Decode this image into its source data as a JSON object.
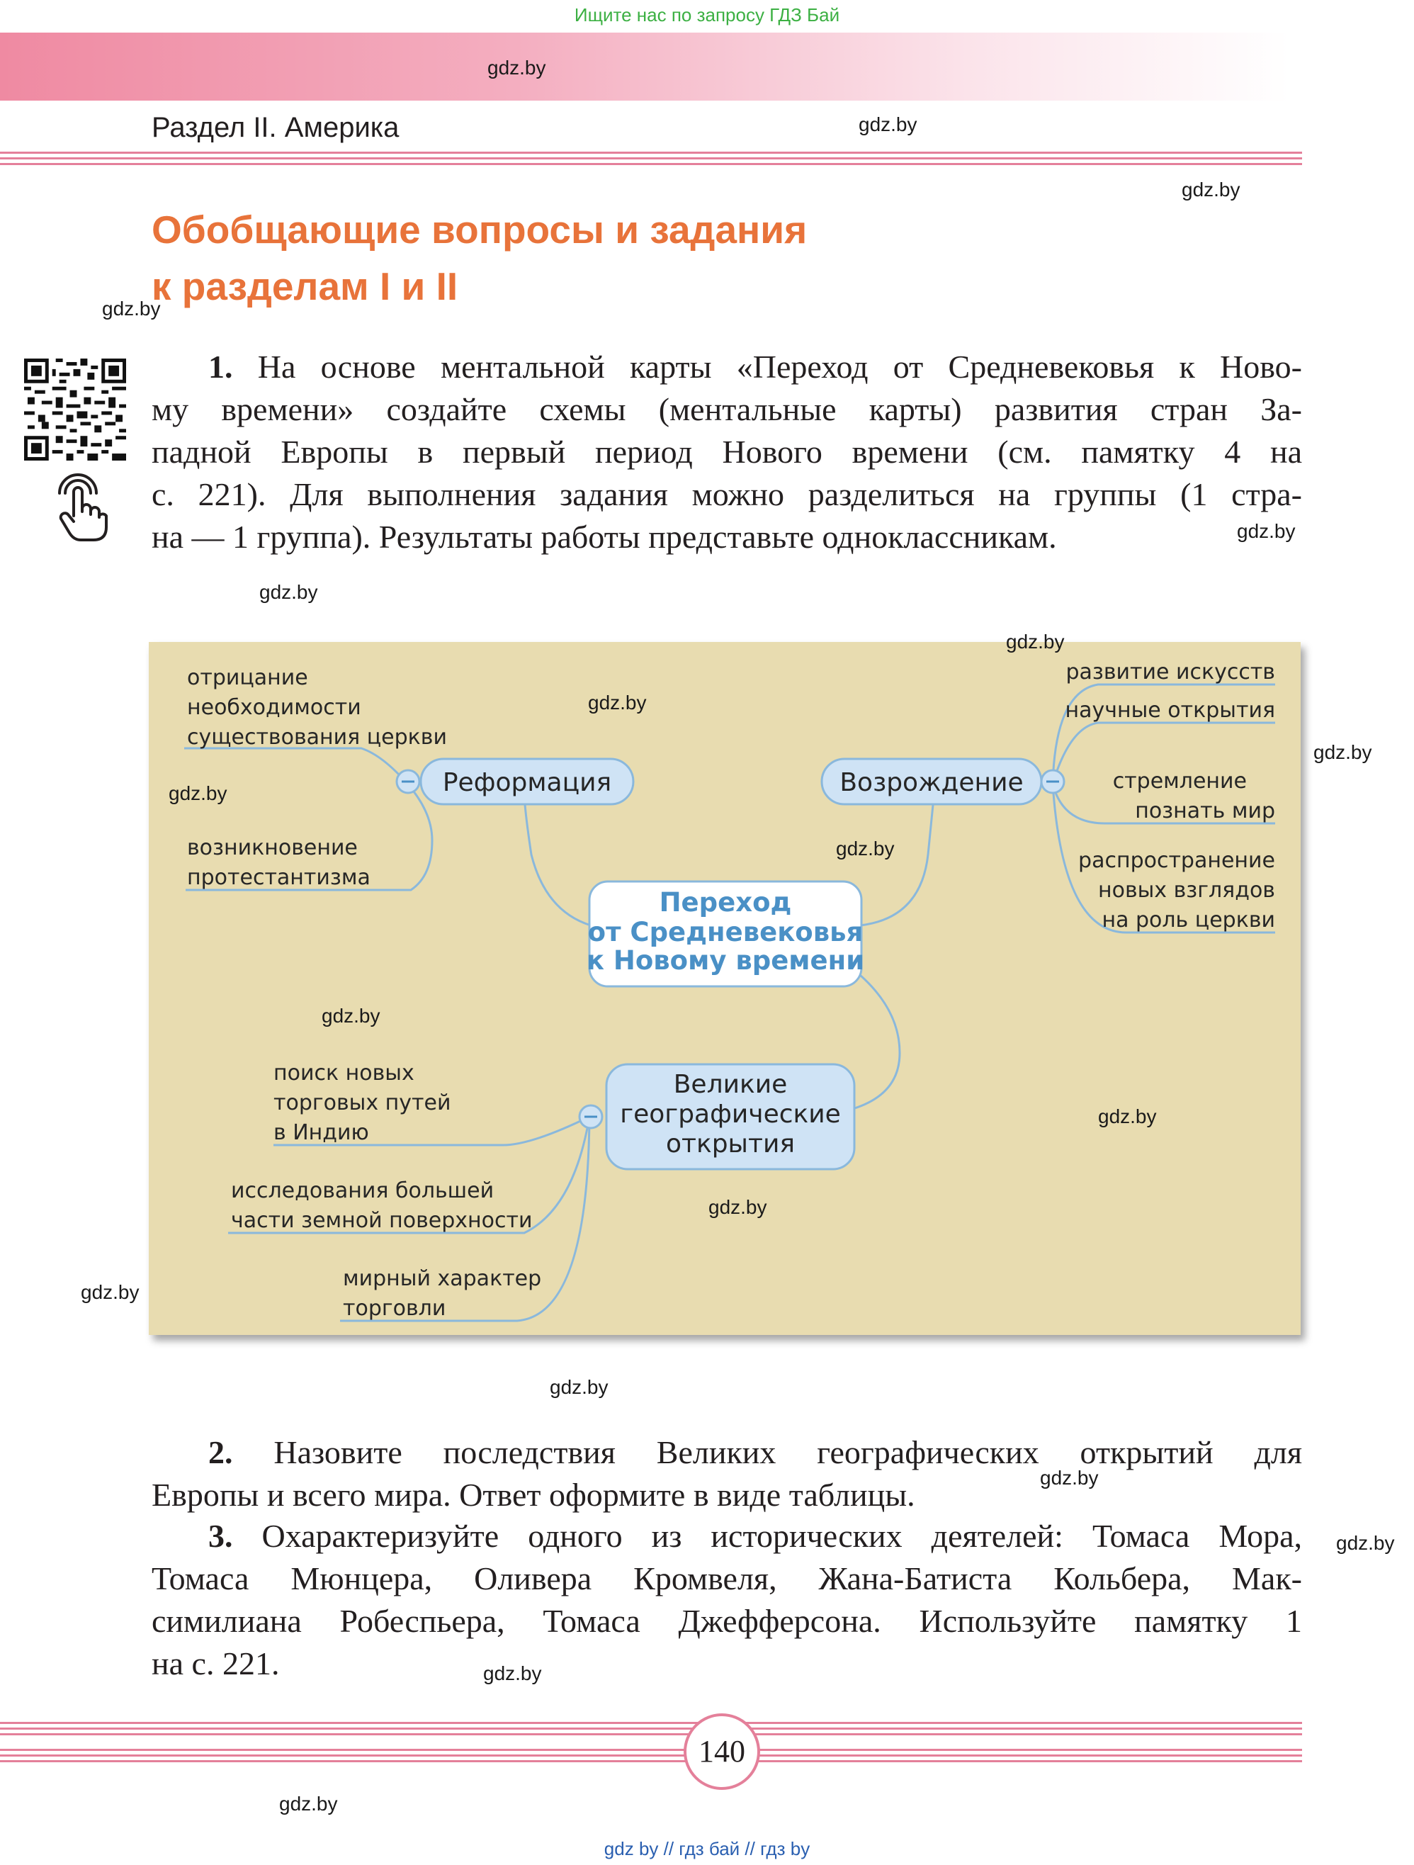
{
  "top_note": "Ищите нас по запросу ГДЗ Бай",
  "section_label": "Раздел II. Америка",
  "title_line1": "Обобщающие вопросы и задания",
  "title_line2": "к разделам I и II",
  "task1": {
    "num": "1.",
    "lines": [
      "На основе ментальной карты «Переход от Средневековья к Ново-",
      "му времени» создайте схемы (ментальные карты) развития стран За-",
      "падной Европы в первый период Нового времени (см. памятку 4 на",
      "с. 221). Для выполнения задания можно разделиться на группы (1 стра-",
      "на — 1 группа). Результаты работы представьте одноклассникам."
    ]
  },
  "mindmap": {
    "center": [
      "Переход",
      "от Средневековья",
      "к Новому времени"
    ],
    "reformation": {
      "label": "Реформация",
      "leaves": [
        [
          "отрицание",
          "необходимости",
          "существования церкви"
        ],
        [
          "возникновение",
          "протестантизма"
        ]
      ]
    },
    "renaissance": {
      "label": "Возрождение",
      "leaves": [
        [
          "развитие искусств"
        ],
        [
          "научные открытия"
        ],
        [
          "стремление",
          "познать мир"
        ],
        [
          "распространение",
          "новых взглядов",
          "на роль церкви"
        ]
      ]
    },
    "discoveries": {
      "label": [
        "Великие",
        "географические",
        "открытия"
      ],
      "leaves": [
        [
          "поиск новых",
          "торговых путей",
          "в Индию"
        ],
        [
          "исследования большей",
          "части земной поверхности"
        ],
        [
          "мирный характер",
          "торговли"
        ]
      ]
    }
  },
  "task2": {
    "num": "2.",
    "lines": [
      "Назовите последствия Великих географических открытий для",
      "Европы и всего мира. Ответ оформите в виде таблицы."
    ]
  },
  "task3": {
    "num": "3.",
    "lines": [
      "Охарактеризуйте одного из исторических деятелей: Томаса Мора,",
      "Томаса Мюнцера, Оливера Кромвеля, Жана-Батиста Кольбера, Мак-",
      "симилиана Робеспьера, Томаса Джефферсона. Используйте памятку 1",
      "на с. 221."
    ]
  },
  "page_number": "140",
  "watermark": "gdz.by",
  "footer": "gdz by  //  гдз бай  //  гдз by",
  "colors": {
    "accent_title": "#e8733a",
    "rule_pink": "#e4809a",
    "map_bg": "#e8dcb0",
    "node_fill": "#cfe3f5",
    "line_blue": "#8ab8dc"
  }
}
